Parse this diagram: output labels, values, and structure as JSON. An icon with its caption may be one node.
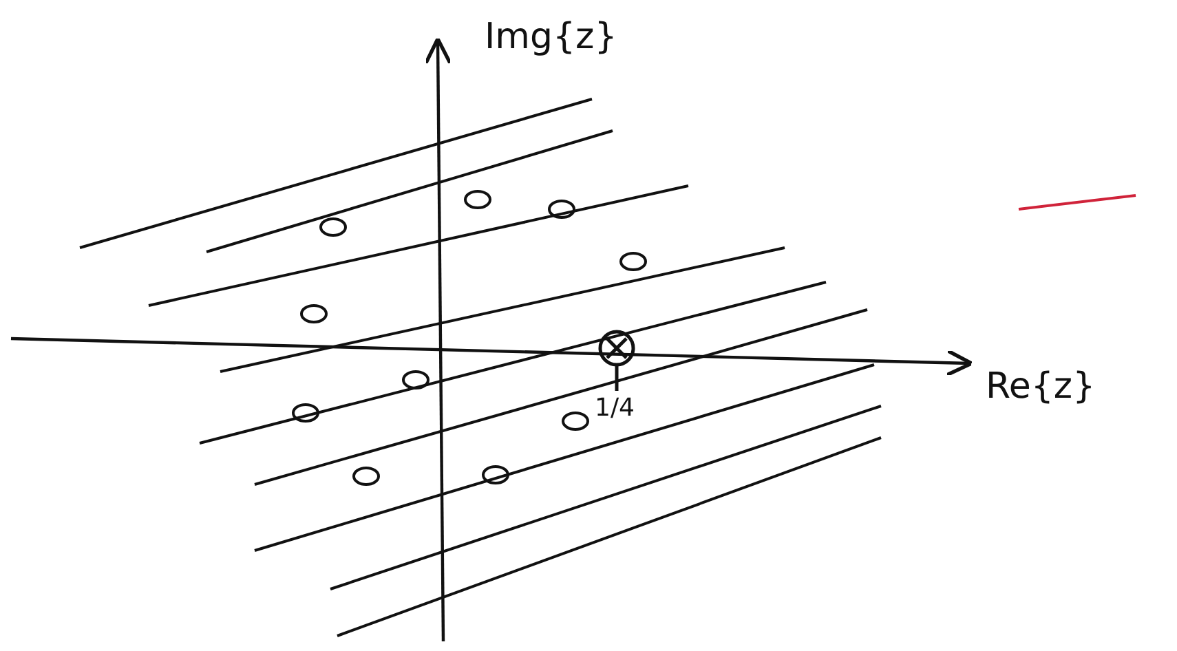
{
  "diagram": {
    "labels": [
      "Img{z}",
      "Re{z}",
      "1/4"
    ]
  }
}
